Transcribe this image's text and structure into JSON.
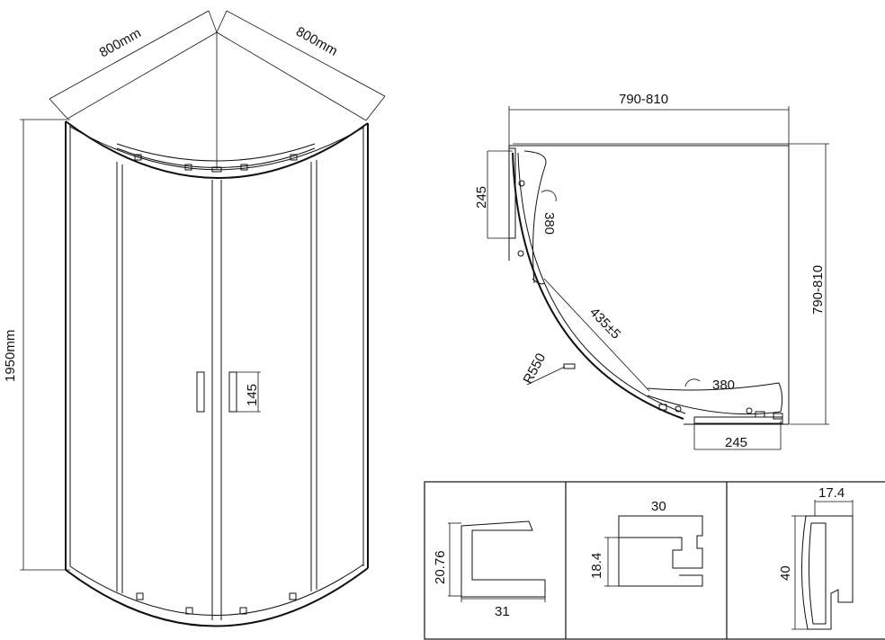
{
  "front_view": {
    "width_left": "800mm",
    "width_right": "800mm",
    "height": "1950mm",
    "handle_height": "145"
  },
  "plan_view": {
    "top_width": "790-810",
    "right_depth": "790-810",
    "left_panel": "245",
    "bottom_panel": "245",
    "door_arc_upper": "380",
    "door_arc_lower": "380",
    "radius": "R550",
    "diagonal": "435±5"
  },
  "profiles": [
    {
      "height": "20.76",
      "width": "31"
    },
    {
      "height": "18.4",
      "width": "30"
    },
    {
      "height": "40",
      "width": "17.4"
    }
  ]
}
